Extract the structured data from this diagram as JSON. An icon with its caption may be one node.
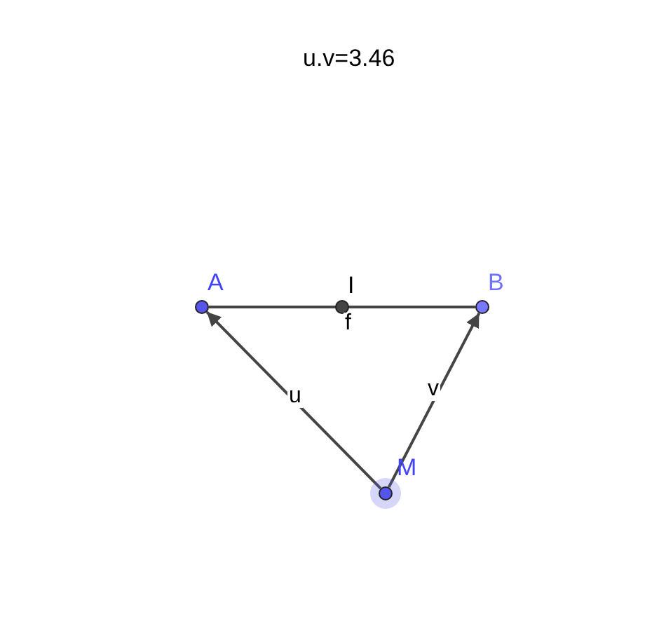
{
  "diagram": {
    "nodes": [
      {
        "text": [],
        "shape": "circle",
        "beside": [
          "A"
        ]
      },
      {
        "text": [],
        "shape": "circle",
        "beside": [
          "I"
        ]
      },
      {
        "text": [],
        "shape": "circle",
        "beside": [
          "B"
        ]
      },
      {
        "text": [],
        "shape": "circle",
        "beside": [
          "M"
        ]
      }
    ],
    "edges": [
      {
        "from": 0,
        "to": 2,
        "arrow": "none",
        "label": "f"
      },
      {
        "from": 3,
        "to": 0,
        "arrow": "to",
        "label": "u"
      },
      {
        "from": 3,
        "to": 2,
        "arrow": "to",
        "label": "v"
      }
    ],
    "labels": [
      "u.v=3.46"
    ]
  }
}
